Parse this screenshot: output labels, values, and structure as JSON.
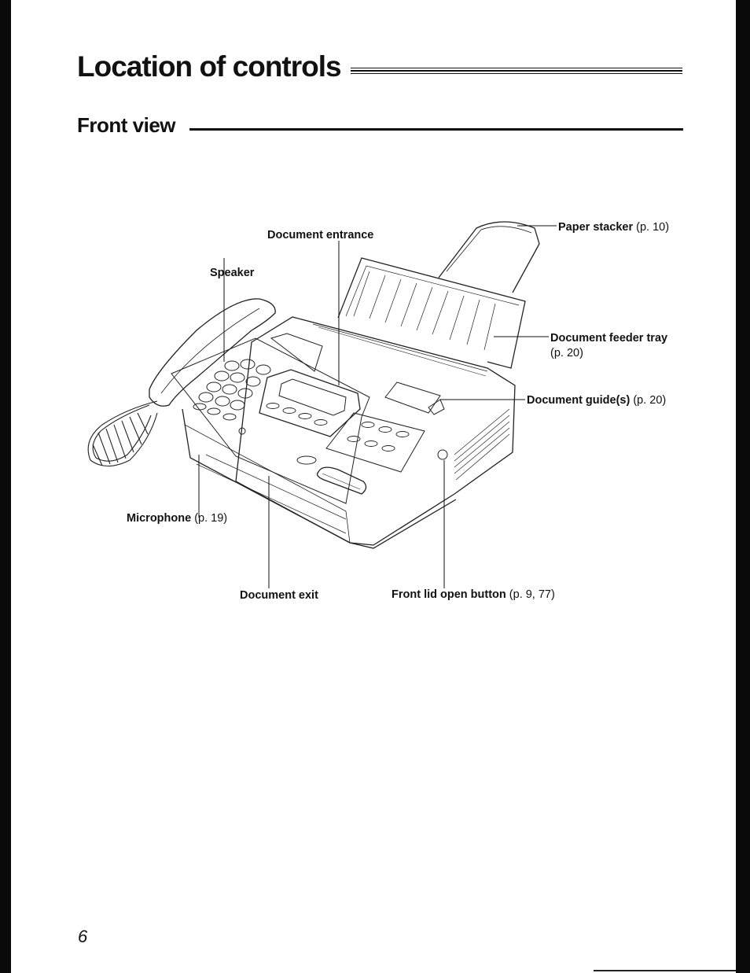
{
  "title": "Location of controls",
  "section": "Front view",
  "labels": {
    "paper_stacker": {
      "name": "Paper stacker",
      "ref": "(p. 10)"
    },
    "document_entrance": {
      "name": "Document entrance"
    },
    "speaker": {
      "name": "Speaker"
    },
    "document_feeder_tray": {
      "name": "Document feeder tray",
      "ref": "(p. 20)"
    },
    "document_guides": {
      "name": "Document guide(s)",
      "ref": "(p. 20)"
    },
    "microphone": {
      "name": "Microphone",
      "ref": "(p. 19)"
    },
    "document_exit": {
      "name": "Document exit"
    },
    "front_lid_open_button": {
      "name": "Front lid open button",
      "ref": "(p. 9, 77)"
    }
  },
  "page_number": "6"
}
